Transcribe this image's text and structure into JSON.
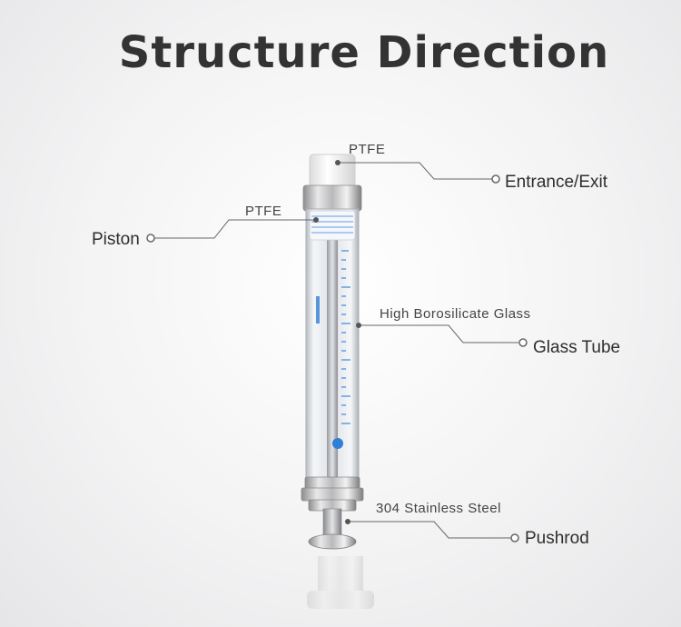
{
  "title": "Structure Direction",
  "labels": {
    "entrance_material": "PTFE",
    "entrance_name": "Entrance/Exit",
    "piston_material": "PTFE",
    "piston_name": "Piston",
    "tube_material": "High Borosilicate Glass",
    "tube_name": "Glass Tube",
    "rod_material": "304 Stainless Steel",
    "rod_name": "Pushrod"
  },
  "colors": {
    "title": "#333333",
    "callout_line": "#666666",
    "scale_blue": "#2f7fd6"
  }
}
